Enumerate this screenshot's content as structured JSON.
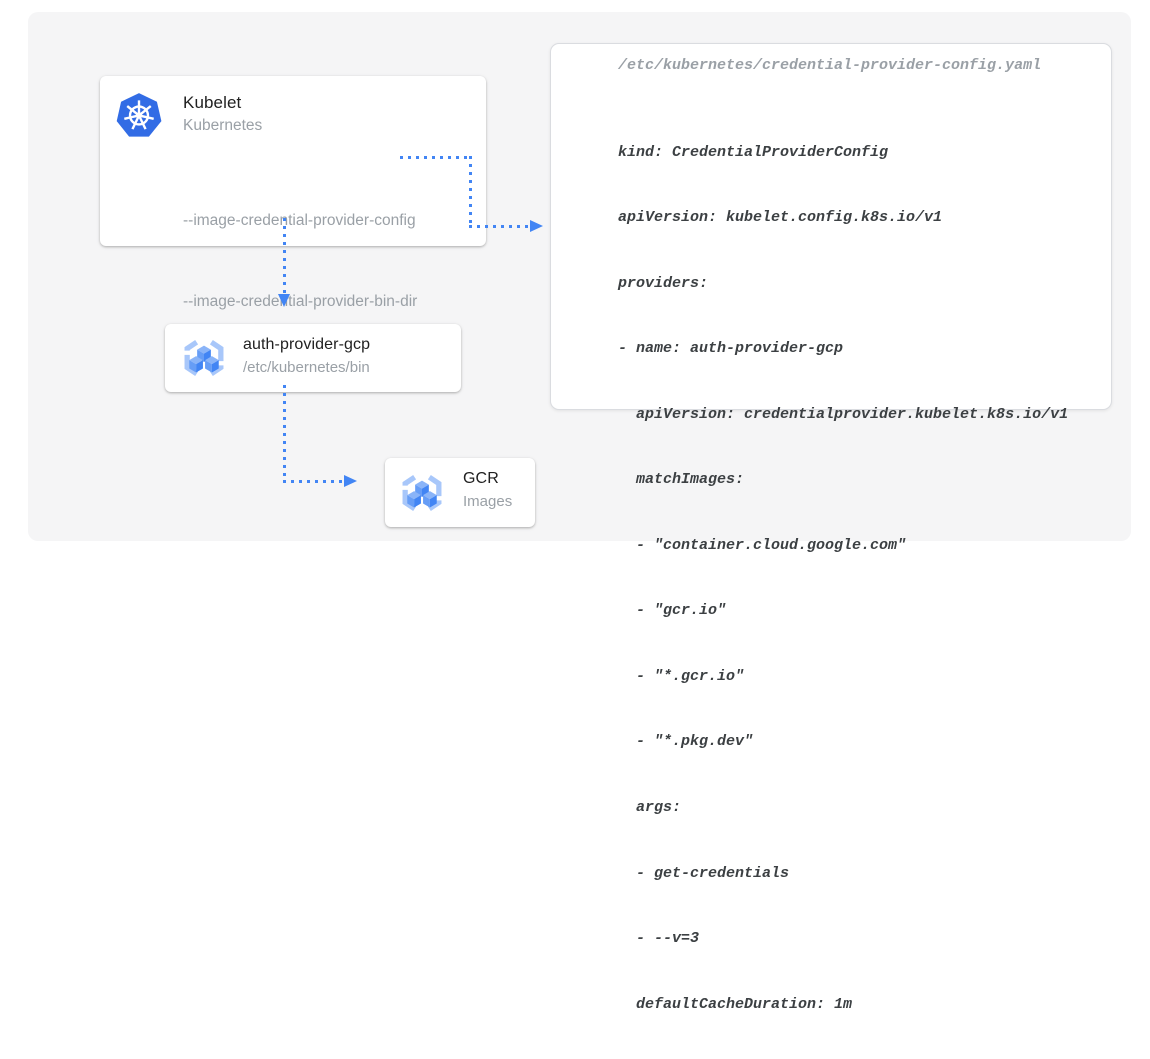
{
  "colors": {
    "accent_blue": "#4285F4",
    "kubernetes_blue": "#326CE5",
    "gcr_bracket_blue": "#A8C7FA",
    "canvas_bg": "#F5F5F6",
    "card_bg": "#FFFFFF",
    "title_text": "#212121",
    "muted_text": "#9AA0A6",
    "code_text": "#3C4043"
  },
  "nodes": {
    "kubelet": {
      "title": "Kubelet",
      "subtitle": "Kubernetes",
      "flags": [
        "--image-credential-provider-config",
        "--image-credential-provider-bin-dir"
      ],
      "icon": "kubernetes-icon"
    },
    "auth_provider": {
      "title": "auth-provider-gcp",
      "subtitle": "/etc/kubernetes/bin",
      "icon": "gcr-icon"
    },
    "gcr": {
      "title": "GCR",
      "subtitle": "Images",
      "icon": "gcr-icon"
    }
  },
  "config_file": {
    "path": "/etc/kubernetes/credential-provider-config.yaml",
    "lines": [
      "kind: CredentialProviderConfig",
      "apiVersion: kubelet.config.k8s.io/v1",
      "providers:",
      "- name: auth-provider-gcp",
      "  apiVersion: credentialprovider.kubelet.k8s.io/v1",
      "  matchImages:",
      "  - \"container.cloud.google.com\"",
      "  - \"gcr.io\"",
      "  - \"*.gcr.io\"",
      "  - \"*.pkg.dev\"",
      "  args:",
      "  - get-credentials",
      "  - --v=3",
      "  defaultCacheDuration: 1m"
    ]
  },
  "edges": [
    {
      "from": "kubelet:--image-credential-provider-config",
      "to": "credential-provider-config-file",
      "style": "dotted-arrow"
    },
    {
      "from": "kubelet",
      "to": "auth-provider-gcp",
      "style": "dotted-arrow"
    },
    {
      "from": "auth-provider-gcp",
      "to": "gcr",
      "style": "dotted-arrow"
    }
  ]
}
